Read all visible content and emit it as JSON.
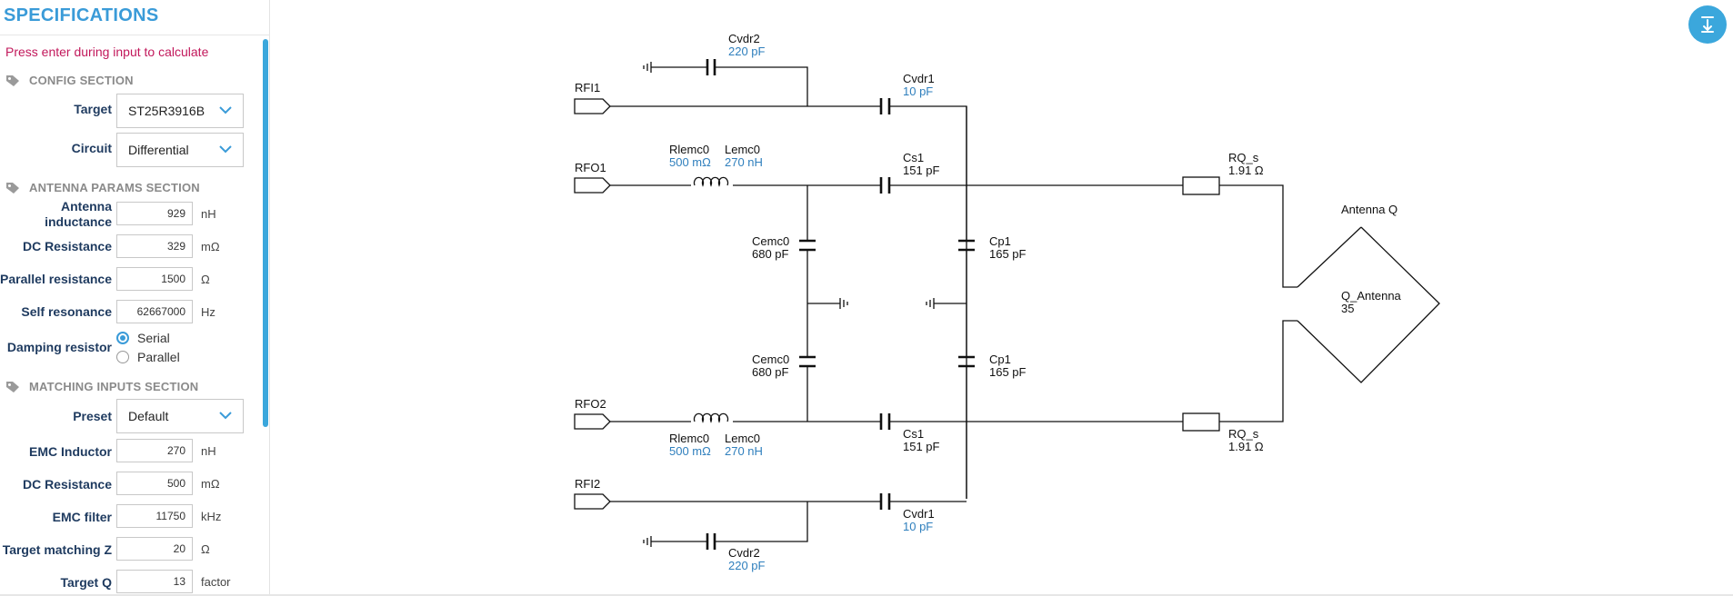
{
  "sidebar": {
    "title": "SPECIFICATIONS",
    "hint": "Press enter during input to calculate",
    "sections": {
      "config": "CONFIG SECTION",
      "antenna": "ANTENNA PARAMS SECTION",
      "matching": "MATCHING INPUTS SECTION"
    },
    "target": {
      "label": "Target",
      "value": "ST25R3916B"
    },
    "circuit": {
      "label": "Circuit",
      "value": "Differential"
    },
    "antenna_inductance": {
      "label_line1": "Antenna",
      "label_line2": "inductance",
      "value": "929",
      "unit": "nH"
    },
    "dc_resistance": {
      "label": "DC Resistance",
      "value": "329",
      "unit": "mΩ"
    },
    "parallel_resistance": {
      "label": "Parallel resistance",
      "value": "1500",
      "unit": "Ω"
    },
    "self_resonance": {
      "label": "Self resonance",
      "value": "62667000",
      "unit": "Hz"
    },
    "damping_resistor": {
      "label": "Damping resistor",
      "options": [
        "Serial",
        "Parallel"
      ],
      "selected": "Serial"
    },
    "preset": {
      "label": "Preset",
      "value": "Default"
    },
    "emc_inductor": {
      "label": "EMC Inductor",
      "value": "270",
      "unit": "nH"
    },
    "dc_resistance2": {
      "label": "DC Resistance",
      "value": "500",
      "unit": "mΩ"
    },
    "emc_filter": {
      "label": "EMC filter",
      "value": "11750",
      "unit": "kHz"
    },
    "target_matching_z": {
      "label": "Target matching Z",
      "value": "20",
      "unit": "Ω"
    },
    "target_q": {
      "label": "Target Q",
      "value": "13",
      "unit": "factor"
    }
  },
  "schematic": {
    "ports": {
      "rfi1": "RFI1",
      "rfo1": "RFO1",
      "rfo2": "RFO2",
      "rfi2": "RFI2"
    },
    "cvdr2_top": {
      "name": "Cvdr2",
      "value": "220 pF"
    },
    "cvdr1_top": {
      "name": "Cvdr1",
      "value": "10 pF"
    },
    "rlemc0_top": {
      "name": "Rlemc0",
      "value": "500 mΩ"
    },
    "lemc0_top": {
      "name": "Lemc0",
      "value": "270 nH"
    },
    "cs1_top": {
      "name": "Cs1",
      "value": "151 pF"
    },
    "cemc0_top": {
      "name": "Cemc0",
      "value": "680 pF"
    },
    "cp1_top": {
      "name": "Cp1",
      "value": "165 pF"
    },
    "cemc0_bot": {
      "name": "Cemc0",
      "value": "680 pF"
    },
    "cp1_bot": {
      "name": "Cp1",
      "value": "165 pF"
    },
    "rlemc0_bot": {
      "name": "Rlemc0",
      "value": "500 mΩ"
    },
    "lemc0_bot": {
      "name": "Lemc0",
      "value": "270 nH"
    },
    "cs1_bot": {
      "name": "Cs1",
      "value": "151 pF"
    },
    "cvdr1_bot": {
      "name": "Cvdr1",
      "value": "10 pF"
    },
    "cvdr2_bot": {
      "name": "Cvdr2",
      "value": "220 pF"
    },
    "rq_top": {
      "name": "RQ_s",
      "value": "1.91 Ω"
    },
    "rq_bot": {
      "name": "RQ_s",
      "value": "1.91 Ω"
    },
    "antenna": {
      "title": "Antenna Q",
      "name": "Q_Antenna",
      "value": "35"
    }
  },
  "icons": {
    "section_tag": "tag-icon",
    "dropdown": "chevron-down-icon",
    "export": "download-icon"
  },
  "colors": {
    "accent": "#3a9bd8",
    "hint": "#c2185b",
    "component_value": "#2f7fbd"
  }
}
